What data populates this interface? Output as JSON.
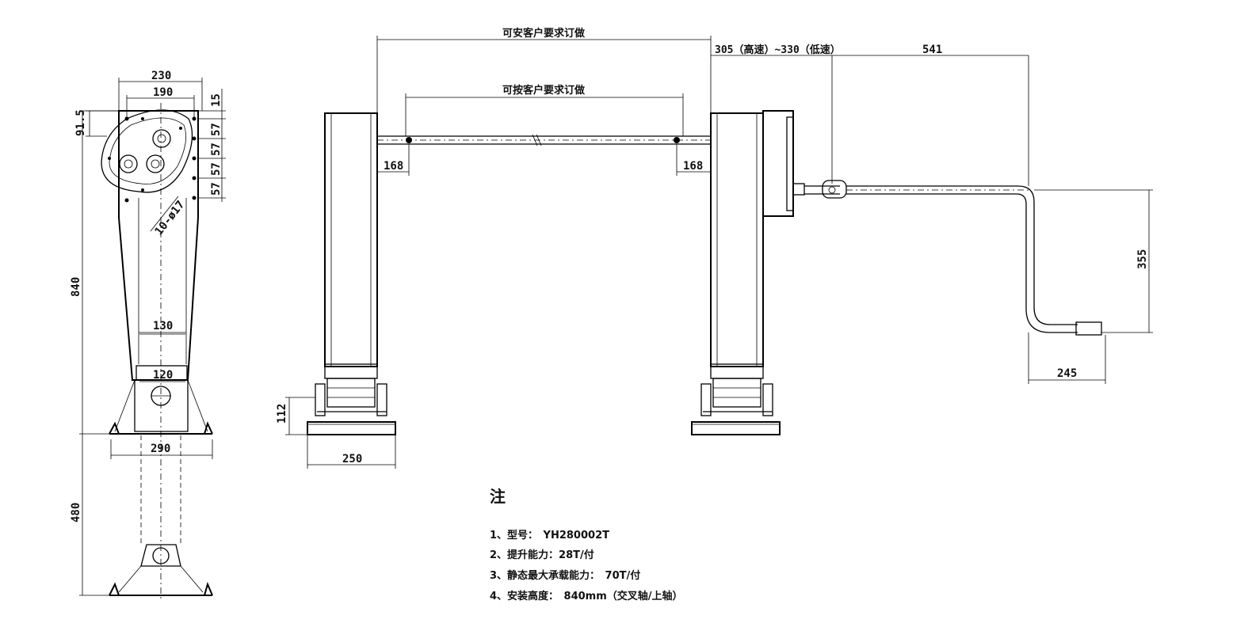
{
  "dimensions": {
    "front_width_outer": "230",
    "front_width_inner": "190",
    "front_top_offset": "15",
    "front_left_offset": "91.5",
    "hole_spacing": [
      "57",
      "57",
      "57",
      "57"
    ],
    "holes_callout": "10-ø17",
    "front_height": "840",
    "front_tube_width": "130",
    "front_inner_width": "120",
    "foot_width": "290",
    "extension": "480",
    "shaft_length_outer": "可安客户要求订做",
    "shaft_length_inner": "可按客户要求订做",
    "shaft_offset_left": "168",
    "shaft_offset_right": "168",
    "crank_position": "305（高速）~330（低速）",
    "crank_length": "541",
    "crank_offset": "355",
    "crank_handle": "245",
    "foot_height": "112",
    "foot_length": "250"
  },
  "notes": {
    "title": "注",
    "items": [
      "1、型号：　YH280002T",
      "2、提升能力：28T/付",
      "3、静态最大承载能力：　70T/付",
      "4、安装高度：　840mm（交叉轴/上轴）"
    ]
  }
}
